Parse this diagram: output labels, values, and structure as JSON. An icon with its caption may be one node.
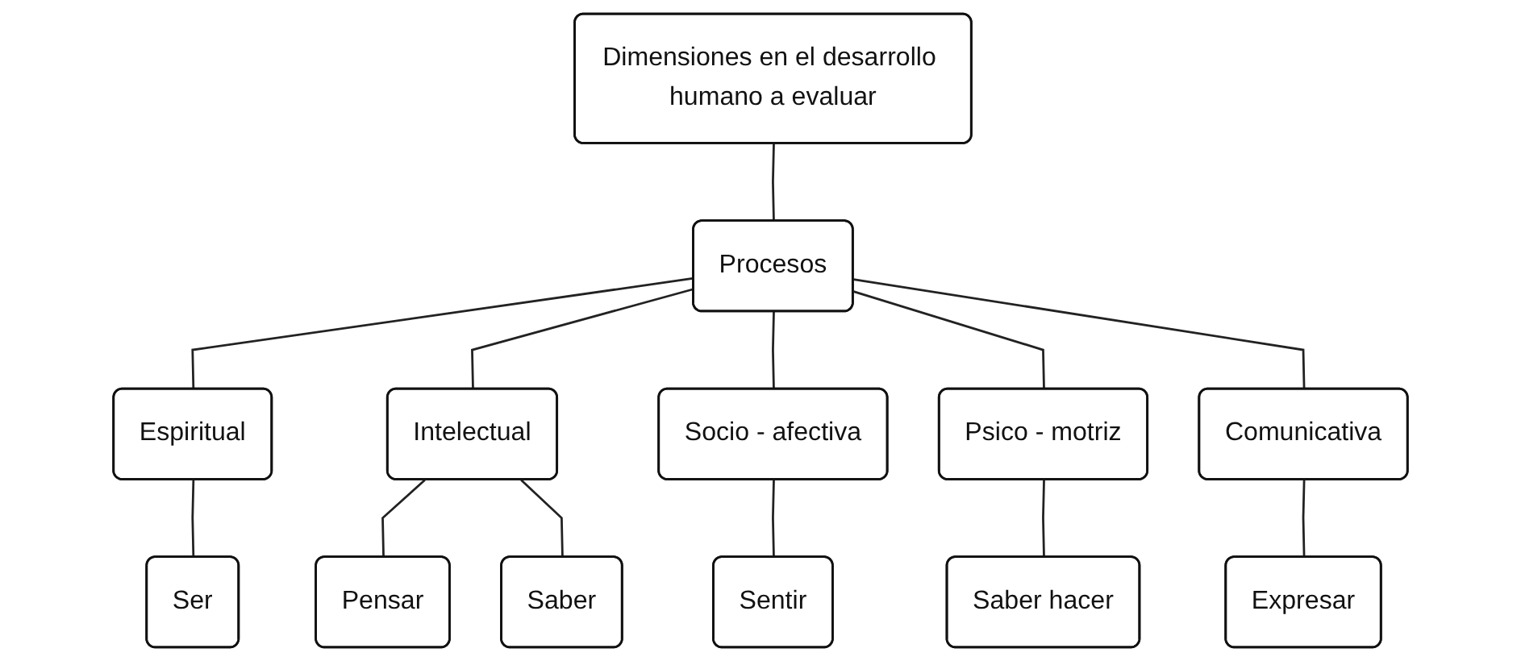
{
  "diagram": {
    "nodes": [
      {
        "text": [
          "Dimensiones en el desarrollo humano a evaluar"
        ]
      },
      {
        "text": [
          "Procesos"
        ]
      },
      {
        "text": [
          "Espiritual"
        ]
      },
      {
        "text": [
          "Intelectual"
        ]
      },
      {
        "text": [
          "Socio - afectiva"
        ]
      },
      {
        "text": [
          "Psico - motriz"
        ]
      },
      {
        "text": [
          "Comunicativa"
        ]
      },
      {
        "text": [
          "Ser"
        ]
      },
      {
        "text": [
          "Pensar"
        ]
      },
      {
        "text": [
          "Saber"
        ]
      },
      {
        "text": [
          "Sentir"
        ]
      },
      {
        "text": [
          "Saber hacer"
        ]
      },
      {
        "text": [
          "Expresar"
        ]
      }
    ],
    "edges": [
      {
        "from": 0,
        "to": 1,
        "arrow": "none"
      },
      {
        "from": 1,
        "to": 2,
        "arrow": "none"
      },
      {
        "from": 1,
        "to": 3,
        "arrow": "none"
      },
      {
        "from": 1,
        "to": 4,
        "arrow": "none"
      },
      {
        "from": 1,
        "to": 5,
        "arrow": "none"
      },
      {
        "from": 1,
        "to": 6,
        "arrow": "none"
      },
      {
        "from": 2,
        "to": 7,
        "arrow": "none"
      },
      {
        "from": 3,
        "to": 8,
        "arrow": "none"
      },
      {
        "from": 3,
        "to": 9,
        "arrow": "none"
      },
      {
        "from": 4,
        "to": 10,
        "arrow": "none"
      },
      {
        "from": 5,
        "to": 11,
        "arrow": "none"
      },
      {
        "from": 6,
        "to": 12,
        "arrow": "none"
      }
    ]
  }
}
